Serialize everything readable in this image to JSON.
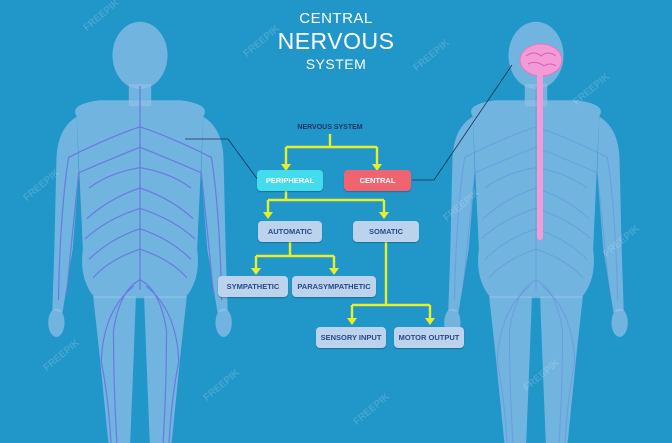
{
  "title": {
    "line1": "CENTRAL",
    "line2": "NERVOUS",
    "line3": "SYSTEM"
  },
  "diagram": {
    "root": "NERVOUS SYSTEM",
    "peripheral": "PERIPHERAL",
    "central": "CENTRAL",
    "automatic": "AUTOMATIC",
    "somatic": "SOMATIC",
    "sympathetic": "SYMPATHETIC",
    "parasympathetic": "PARASYMPATHETIC",
    "sensory_input": "SENSORY INPUT",
    "motor_output": "MOTOR OUTPUT"
  },
  "watermark": "FREEPIK",
  "colors": {
    "background": "#2196c9",
    "body": "#8fbfe8",
    "nerves": "#6a74e0",
    "arrows": "#e8ee2a",
    "peripheral_box": "#43dcec",
    "central_box": "#f06470",
    "spine": "#f39bd6",
    "brain": "#f39bd6",
    "boxes": "#bcd3ee"
  }
}
